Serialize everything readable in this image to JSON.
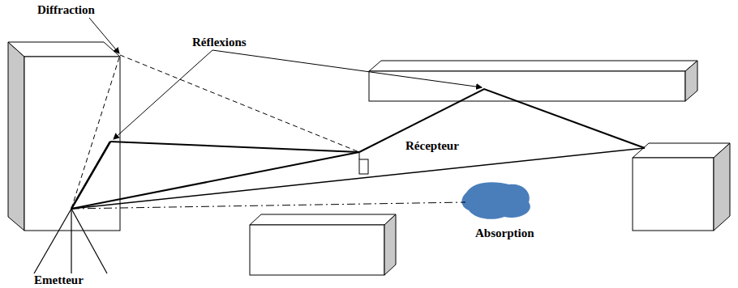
{
  "diagram": {
    "labels": [
      "Diffraction",
      "Réflexions",
      "Récepteur",
      "Absorption",
      "Emetteur"
    ]
  }
}
